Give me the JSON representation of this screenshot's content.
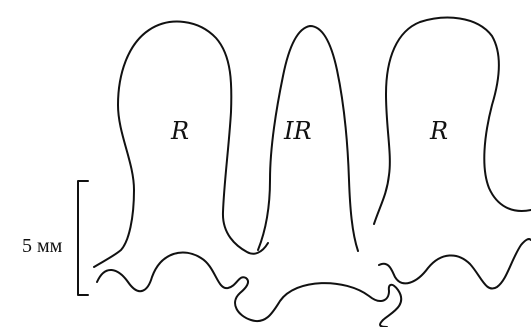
{
  "labels": {
    "left_lobe": "R",
    "middle_lobe": "IR",
    "right_lobe": "R"
  },
  "scale_bar": {
    "text": "5 мм"
  }
}
